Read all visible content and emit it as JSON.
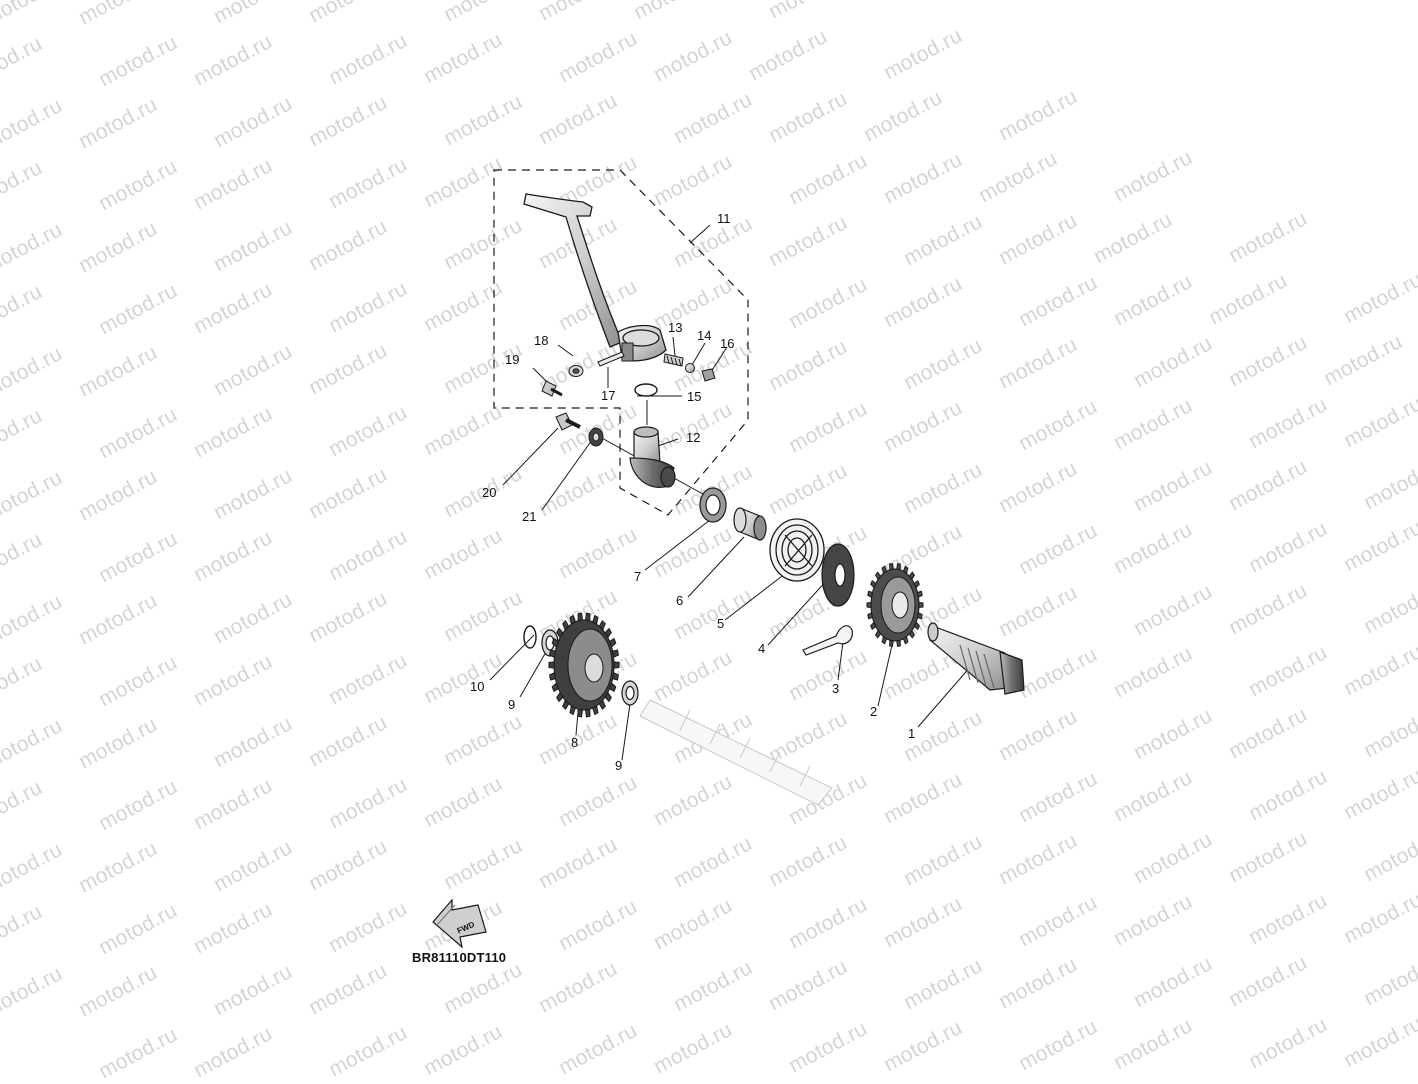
{
  "watermark": {
    "text": "motod.ru"
  },
  "diagram": {
    "code": "BR81110DT110",
    "fwd_label": "FWD",
    "callouts": [
      {
        "id": "1",
        "label": "1"
      },
      {
        "id": "2",
        "label": "2"
      },
      {
        "id": "3",
        "label": "3"
      },
      {
        "id": "4",
        "label": "4"
      },
      {
        "id": "5",
        "label": "5"
      },
      {
        "id": "6",
        "label": "6"
      },
      {
        "id": "7",
        "label": "7"
      },
      {
        "id": "8",
        "label": "8"
      },
      {
        "id": "9a",
        "label": "9"
      },
      {
        "id": "9b",
        "label": "9"
      },
      {
        "id": "10",
        "label": "10"
      },
      {
        "id": "11",
        "label": "11"
      },
      {
        "id": "12",
        "label": "12"
      },
      {
        "id": "13",
        "label": "13"
      },
      {
        "id": "14",
        "label": "14"
      },
      {
        "id": "15",
        "label": "15"
      },
      {
        "id": "16",
        "label": "16"
      },
      {
        "id": "17",
        "label": "17"
      },
      {
        "id": "18",
        "label": "18"
      },
      {
        "id": "19",
        "label": "19"
      },
      {
        "id": "20",
        "label": "20"
      },
      {
        "id": "21",
        "label": "21"
      }
    ]
  },
  "colors": {
    "line": "#1a1a1a",
    "part_fill": "#e9e9e9",
    "shade": "#9a9a9a",
    "watermark": "#d4d4d4"
  }
}
